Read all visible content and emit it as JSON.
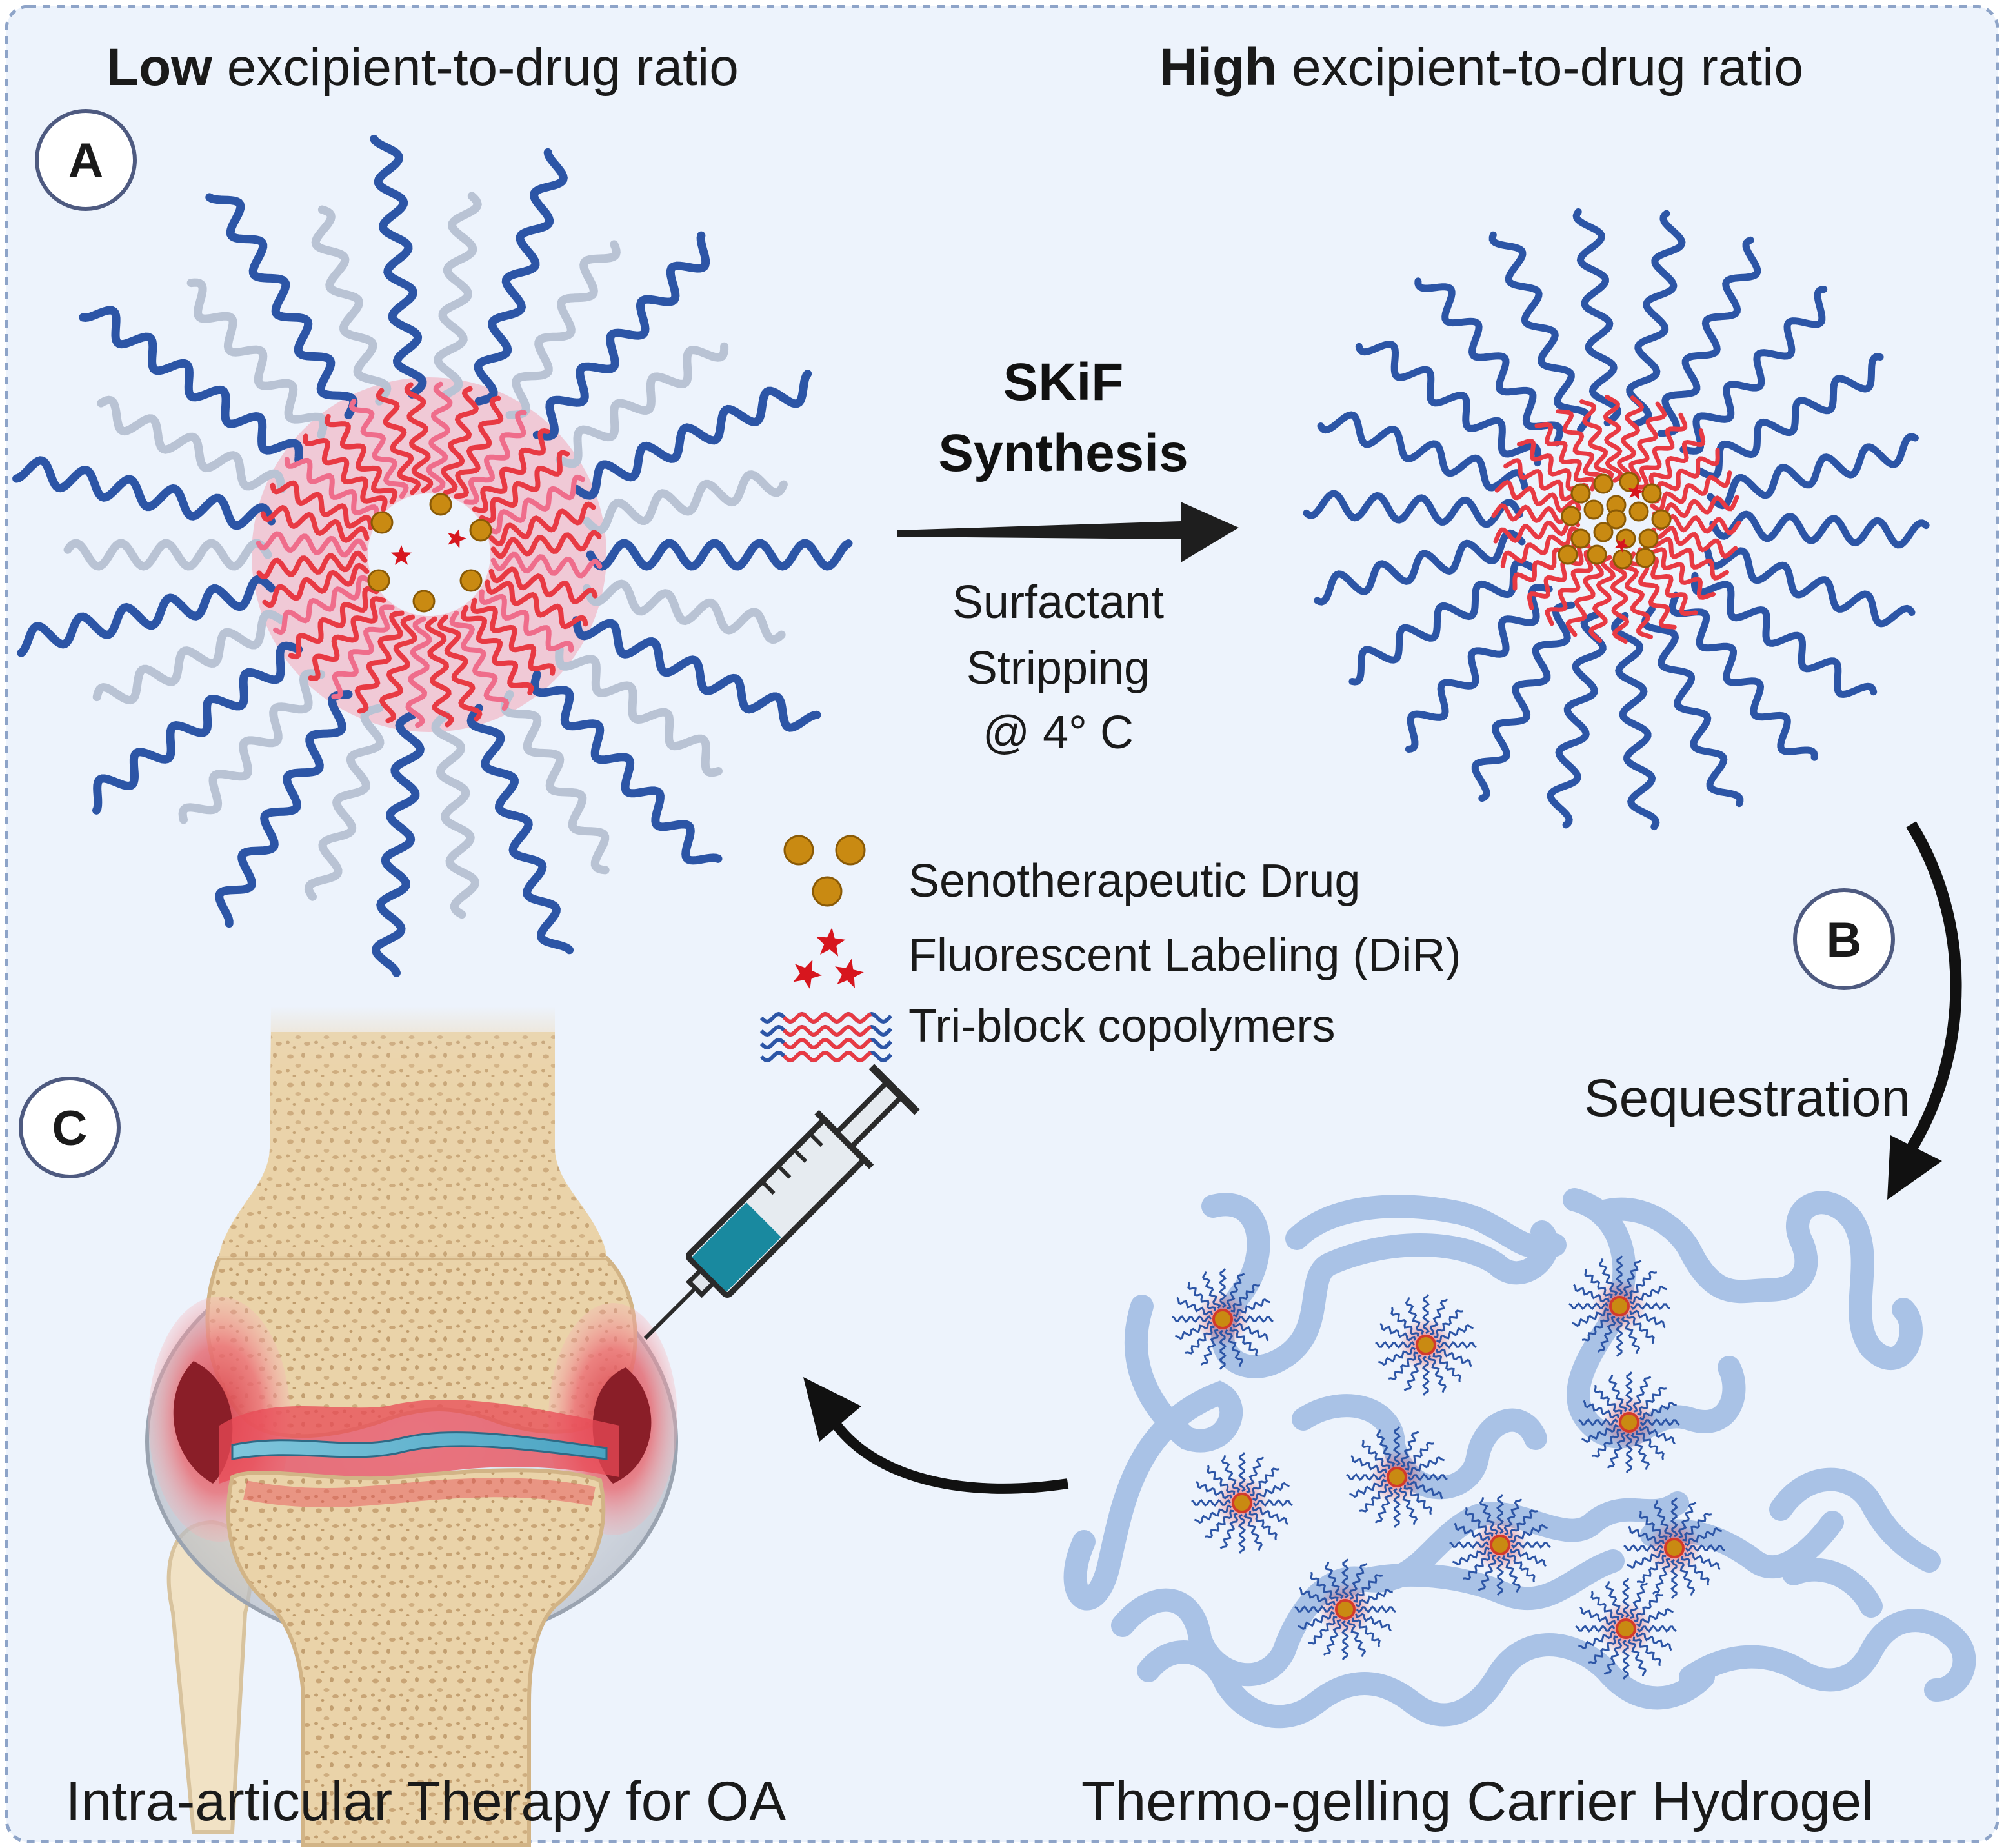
{
  "header": {
    "left": {
      "bold": "Low",
      "rest": " excipient-to-drug ratio"
    },
    "right": {
      "bold": "High",
      "rest": " excipient-to-drug ratio"
    }
  },
  "panels": {
    "a": "A",
    "b": "B",
    "c": "C"
  },
  "process": {
    "title_line1": "SKiF",
    "title_line2": "Synthesis",
    "sub_line1": "Surfactant",
    "sub_line2": "Stripping",
    "sub_line3": "@ 4° C"
  },
  "legend": {
    "drug": "Senotherapeutic Drug",
    "dye": "Fluorescent Labeling (DiR)",
    "polymer": "Tri-block copolymers"
  },
  "sequestration": "Sequestration",
  "footer": {
    "left": "Intra-articular Therapy for OA",
    "right": "Thermo-gelling Carrier Hydrogel"
  },
  "colors": {
    "background": "#edf3fc",
    "border": "#8ea4c8",
    "peg_blue": "#2c55a6",
    "ppo_red": "#e83a43",
    "gray_chain": "#b9c3d4",
    "drug_gold": "#c98a12",
    "dye_red": "#d7161e",
    "hydrogel": "#a9c2e6",
    "bone": "#e8cfa3",
    "inflamed": "#e9414b"
  }
}
